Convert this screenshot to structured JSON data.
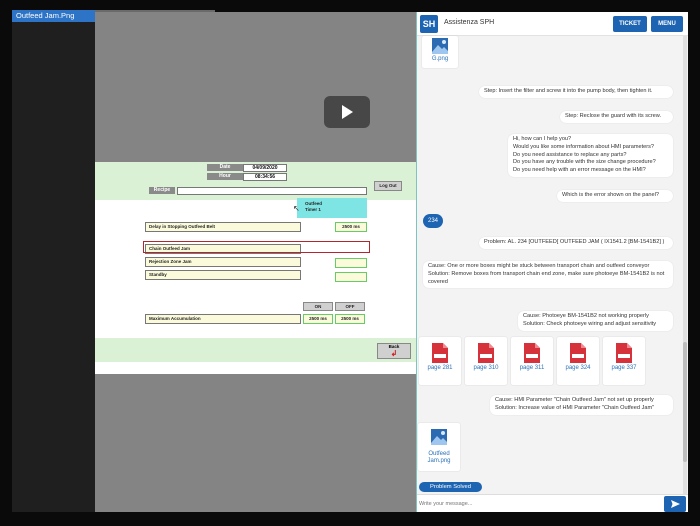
{
  "file_tab": {
    "title": "Outfeed Jam.Png"
  },
  "hmi": {
    "date_label": "Date",
    "date_value": "04/09/2020",
    "hour_label": "Hour",
    "hour_value": "08:34:56",
    "recipe_label": "Recipe",
    "logout_label": "Log Out",
    "cyan_line1": "Outfeed",
    "cyan_line2": "Timer 1",
    "rows": [
      {
        "label": "Delay in Stopping Outfeed Belt",
        "value": "2500 ms"
      },
      {
        "label": "Chain Outfeed Jam",
        "value": ""
      },
      {
        "label": "Rejection Zone Jam",
        "value": ""
      },
      {
        "label": "Standby",
        "value": ""
      }
    ],
    "on_label": "ON",
    "off_label": "OFF",
    "max_acc_label": "Maximum Accumulation",
    "max_acc_value": "2500 ms",
    "max_acc_value2": "2500 ms",
    "back_label": "Back"
  },
  "chat": {
    "title": "Assistenza SPH",
    "logo_text": "SH",
    "ticket_label": "TICKET",
    "menu_label": "MENU",
    "top_image_label": "G.png",
    "messages": [
      "Step: Insert the filter and screw it into the pump body, then tighten it.",
      "Step: Reclose the guard with its screw.",
      "Hi, how can I help you?",
      "Would you like some information about HMI parameters?",
      "Do you need assistance to replace any parts?",
      "Do you have any trouble with the size change procedure?",
      "Do you need help with an error message on the HMI?",
      "Which is the error shown on the panel?",
      "234",
      "Problem: AL. 234 [OUTFEED[ OUTFEED JAM ( IX1541.2 [BM-1541B2] )",
      "Cause: One or more boxes might be stuck between transport chain and outfeed conveyor",
      "Solution: Remove boxes from transport chain end zone, make sure photoeye BM-1541B2 is not covered",
      "Cause: Photoeye BM-1541B2 not working properly",
      "Solution: Check photoeye wiring and adjust sensitivity",
      "Cause: HMI Parameter \"Chain Outfeed Jam\" not set up properly",
      "Solution: Increase value of HMI Parameter \"Chain Outfeed Jam\""
    ],
    "pdf_cards": [
      "page 281",
      "page 310",
      "page 311",
      "page 324",
      "page 337"
    ],
    "bottom_image_label": "Outfeed Jam.png",
    "problem_solved_label": "Problem Solved",
    "input_placeholder": "Write your message..."
  },
  "colors": {
    "accent": "#1d64b2",
    "hmi_green": "#dbf1d6",
    "alarm_red": "#b3262b",
    "pdf_red": "#d5323b"
  }
}
